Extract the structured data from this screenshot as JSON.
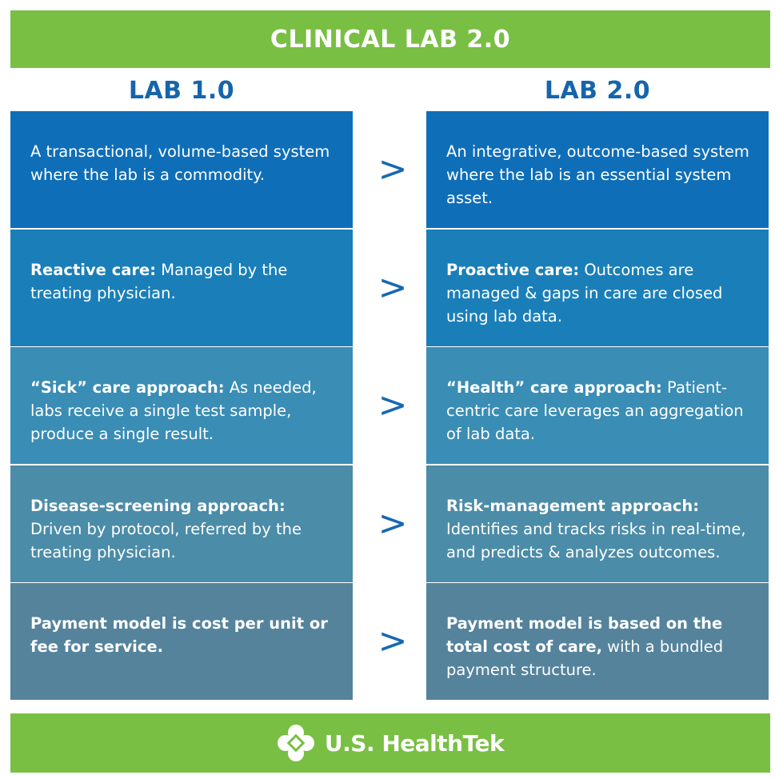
{
  "header": {
    "title": "CLINICAL LAB 2.0"
  },
  "columns": {
    "left": "LAB 1.0",
    "right": "LAB 2.0"
  },
  "arrow_symbol": ">",
  "colors": {
    "banner_green": "#79bf43",
    "heading_blue": "#1565ad",
    "row_colors": [
      "#0f6eb8",
      "#1a7fb9",
      "#3a8db5",
      "#4b8ca8",
      "#55839c"
    ]
  },
  "rows": [
    {
      "left": {
        "bold": "",
        "text": "A transactional, volume-based system where the lab is a commodity."
      },
      "right": {
        "bold": "",
        "text": "An integrative, outcome-based system where the lab is an essential system asset."
      }
    },
    {
      "left": {
        "bold": "Reactive care:",
        "text": " Managed by the treating physician."
      },
      "right": {
        "bold": "Proactive care:",
        "text": " Outcomes are managed & gaps in care are closed using lab data."
      }
    },
    {
      "left": {
        "bold": "“Sick” care approach:",
        "text": " As needed, labs receive a single test sample, produce a single result."
      },
      "right": {
        "bold": "“Health” care approach:",
        "text": " Patient-centric care leverages an aggregation of lab data."
      }
    },
    {
      "left": {
        "bold": "Disease-screening approach:",
        "text": " Driven by protocol, referred by the treating physician."
      },
      "right": {
        "bold": "Risk-management approach:",
        "text": " Identifies and tracks risks in real-time, and predicts & analyzes outcomes."
      }
    },
    {
      "left": {
        "bold": "Payment model is cost per unit or fee for service.",
        "text": ""
      },
      "right": {
        "bold": "Payment model is based on the total cost of care,",
        "text": " with a bundled payment structure."
      }
    }
  ],
  "footer": {
    "logo_text": "U.S. HealthTek",
    "logo_icon": "quatrefoil-logo-icon"
  }
}
